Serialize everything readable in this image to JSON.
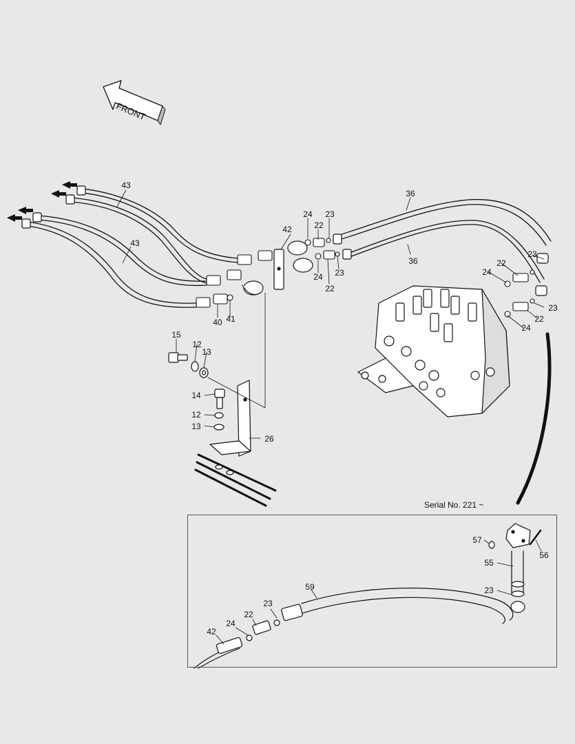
{
  "direction_arrow": {
    "label": "FRONT"
  },
  "inset": {
    "serial_note": "Serial No. 221 ~"
  },
  "callouts": {
    "p43a": "43",
    "p43b": "43",
    "p36a": "36",
    "p36b": "36",
    "p42": "42",
    "p24a": "24",
    "p23a": "23",
    "p22a": "22",
    "p24b": "24",
    "p23b": "23",
    "p22b": "22",
    "p22c": "22",
    "p23c": "23",
    "p24c": "24",
    "p23d": "23",
    "p22d": "22",
    "p24d": "24",
    "p40": "40",
    "p41": "41",
    "p15": "15",
    "p12a": "12",
    "p13a": "13",
    "p14": "14",
    "p12b": "12",
    "p13b": "13",
    "p26": "26",
    "i57": "57",
    "i56": "56",
    "i55": "55",
    "i23a": "23",
    "i59": "59",
    "i23b": "23",
    "i22": "22",
    "i24": "24",
    "i42": "42"
  }
}
